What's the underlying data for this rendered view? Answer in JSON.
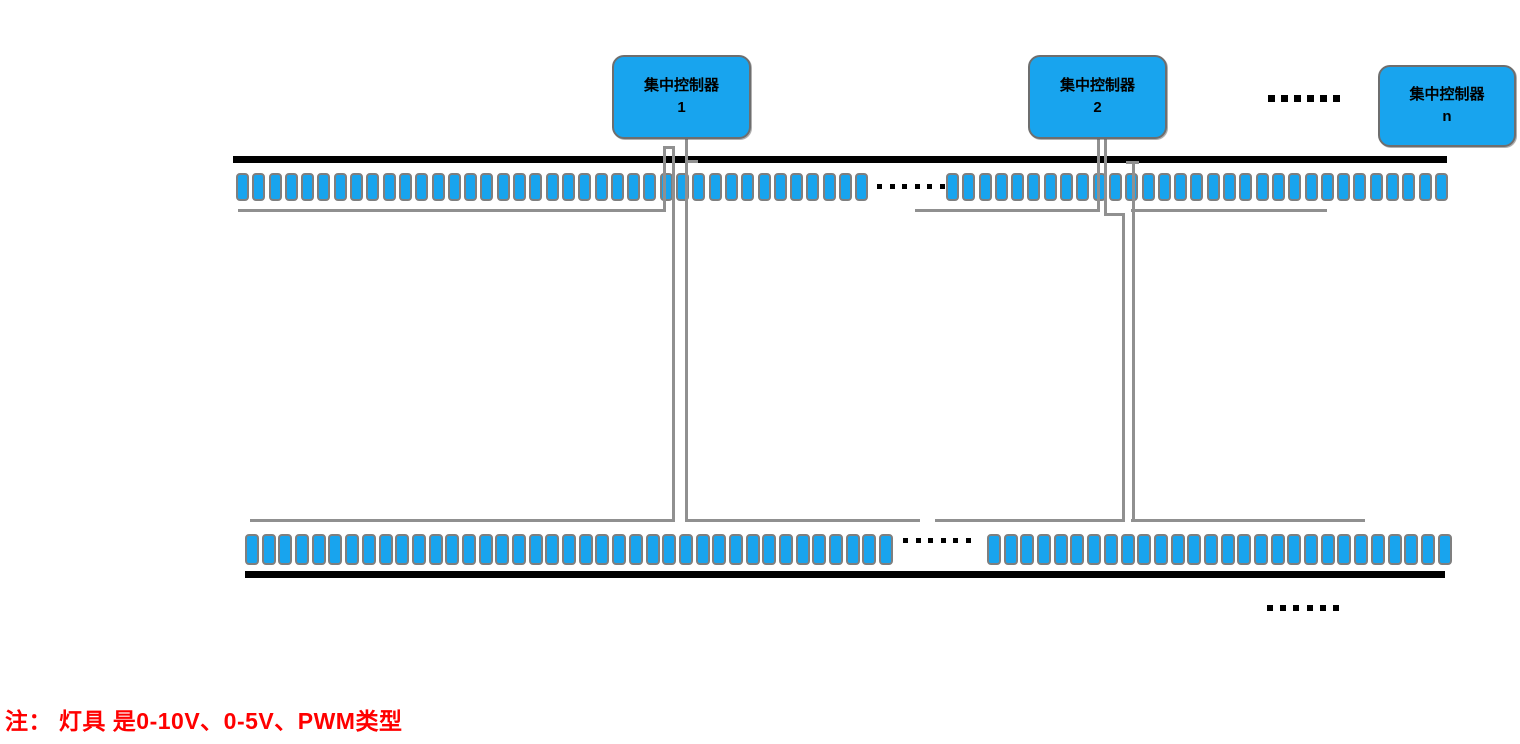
{
  "controllers": [
    {
      "label": "集中控制器",
      "sub": "1"
    },
    {
      "label": "集中控制器",
      "sub": "2"
    },
    {
      "label": "集中控制器",
      "sub": "n"
    }
  ],
  "lamp_rows": {
    "top": {
      "group1_count": 39,
      "group2_count": 31
    },
    "bottom": {
      "group1_count": 39,
      "group2_count": 28
    }
  },
  "ellipsis": {
    "between_controllers_dots": 6,
    "top_lamp_row_dots": 6,
    "bottom_lamp_row_dots": 6,
    "bottom_right_dots": 6
  },
  "colors": {
    "lamp_fill": "#18a4ee",
    "lamp_border": "#7f7f7f",
    "controller_fill": "#18a4ee",
    "controller_border": "#6e6e6e",
    "wire_color": "#909090",
    "bus_color": "#000000",
    "note_color": "#ff0000"
  },
  "note": {
    "text": "注： 灯具 是0-10V、0-5V、PWM类型"
  }
}
